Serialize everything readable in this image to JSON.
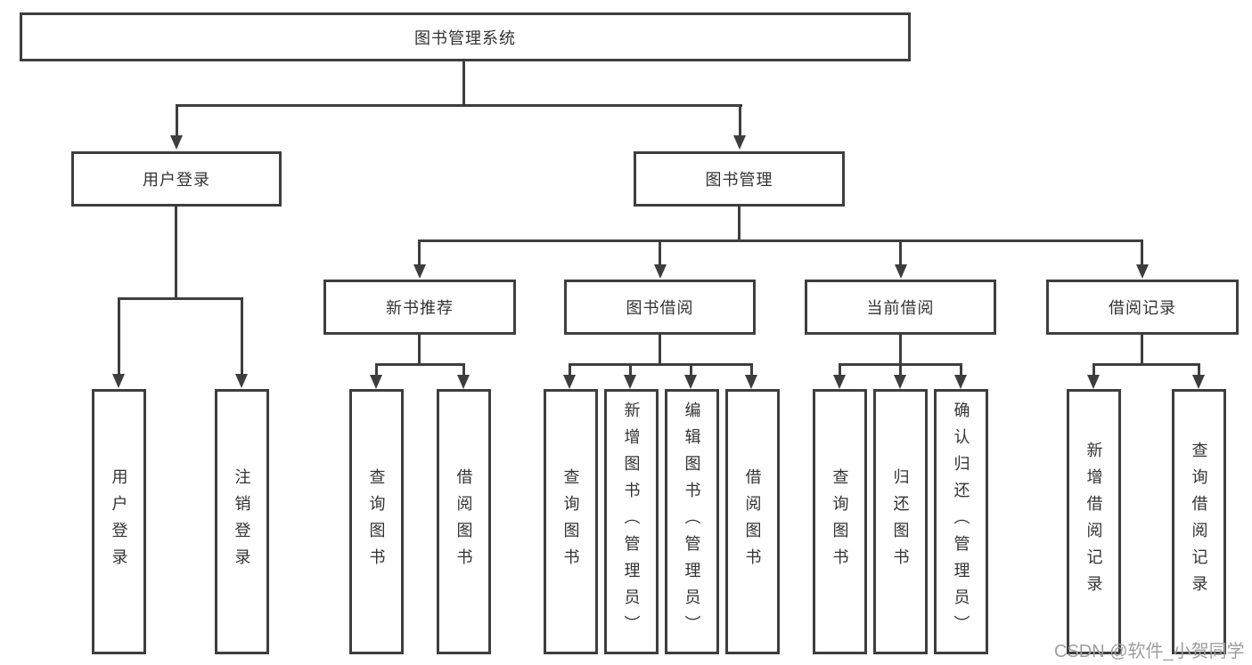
{
  "colors": {
    "line": "#3e3e3e",
    "text": "#333333",
    "box_background": "#ffffff",
    "page_background": "#ffffff",
    "watermark": "#9e9e9e"
  },
  "watermark": "CSDN @软件_小贺同学",
  "tree": {
    "root": "图书管理系统",
    "branches": [
      {
        "label": "用户登录",
        "children": [
          "用户登录",
          "注销登录"
        ]
      },
      {
        "label": "图书管理",
        "children": [
          {
            "label": "新书推荐",
            "children": [
              "查询图书",
              "借阅图书"
            ]
          },
          {
            "label": "图书借阅",
            "children": [
              "查询图书",
              "新增图书（管理员）",
              "编辑图书（管理员）",
              "借阅图书"
            ]
          },
          {
            "label": "当前借阅",
            "children": [
              "查询图书",
              "归还图书",
              "确认归还（管理员）"
            ]
          },
          {
            "label": "借阅记录",
            "children": [
              "新增借阅记录",
              "查询借阅记录"
            ]
          }
        ]
      }
    ]
  }
}
